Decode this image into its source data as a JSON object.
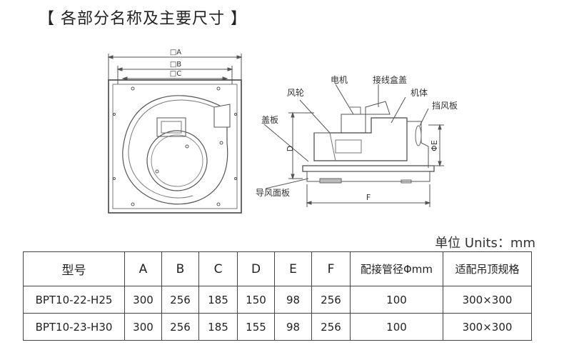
{
  "title": "【 各部分名称及主要尺寸 】",
  "diagram": {
    "dim_A": "□A",
    "dim_B": "□B",
    "dim_C": "□C",
    "dim_D": "D",
    "dim_E": "ΦE",
    "dim_F": "F",
    "label_motor": "电机",
    "label_junction_box": "接线盒盖",
    "label_fan_wheel": "风轮",
    "label_body": "机体",
    "label_baffle": "挡风板",
    "label_cover": "盖板",
    "label_guide_panel": "导风面板"
  },
  "units": "单位 Units：mm",
  "table": {
    "headers": [
      "型号",
      "A",
      "B",
      "C",
      "D",
      "E",
      "F",
      "配接管径Φmm",
      "适配吊顶规格"
    ],
    "rows": [
      [
        "BPT10-22-H25",
        "300",
        "256",
        "185",
        "150",
        "98",
        "256",
        "100",
        "300×300"
      ],
      [
        "BPT10-23-H30",
        "300",
        "256",
        "185",
        "155",
        "98",
        "256",
        "100",
        "300×300"
      ]
    ]
  }
}
